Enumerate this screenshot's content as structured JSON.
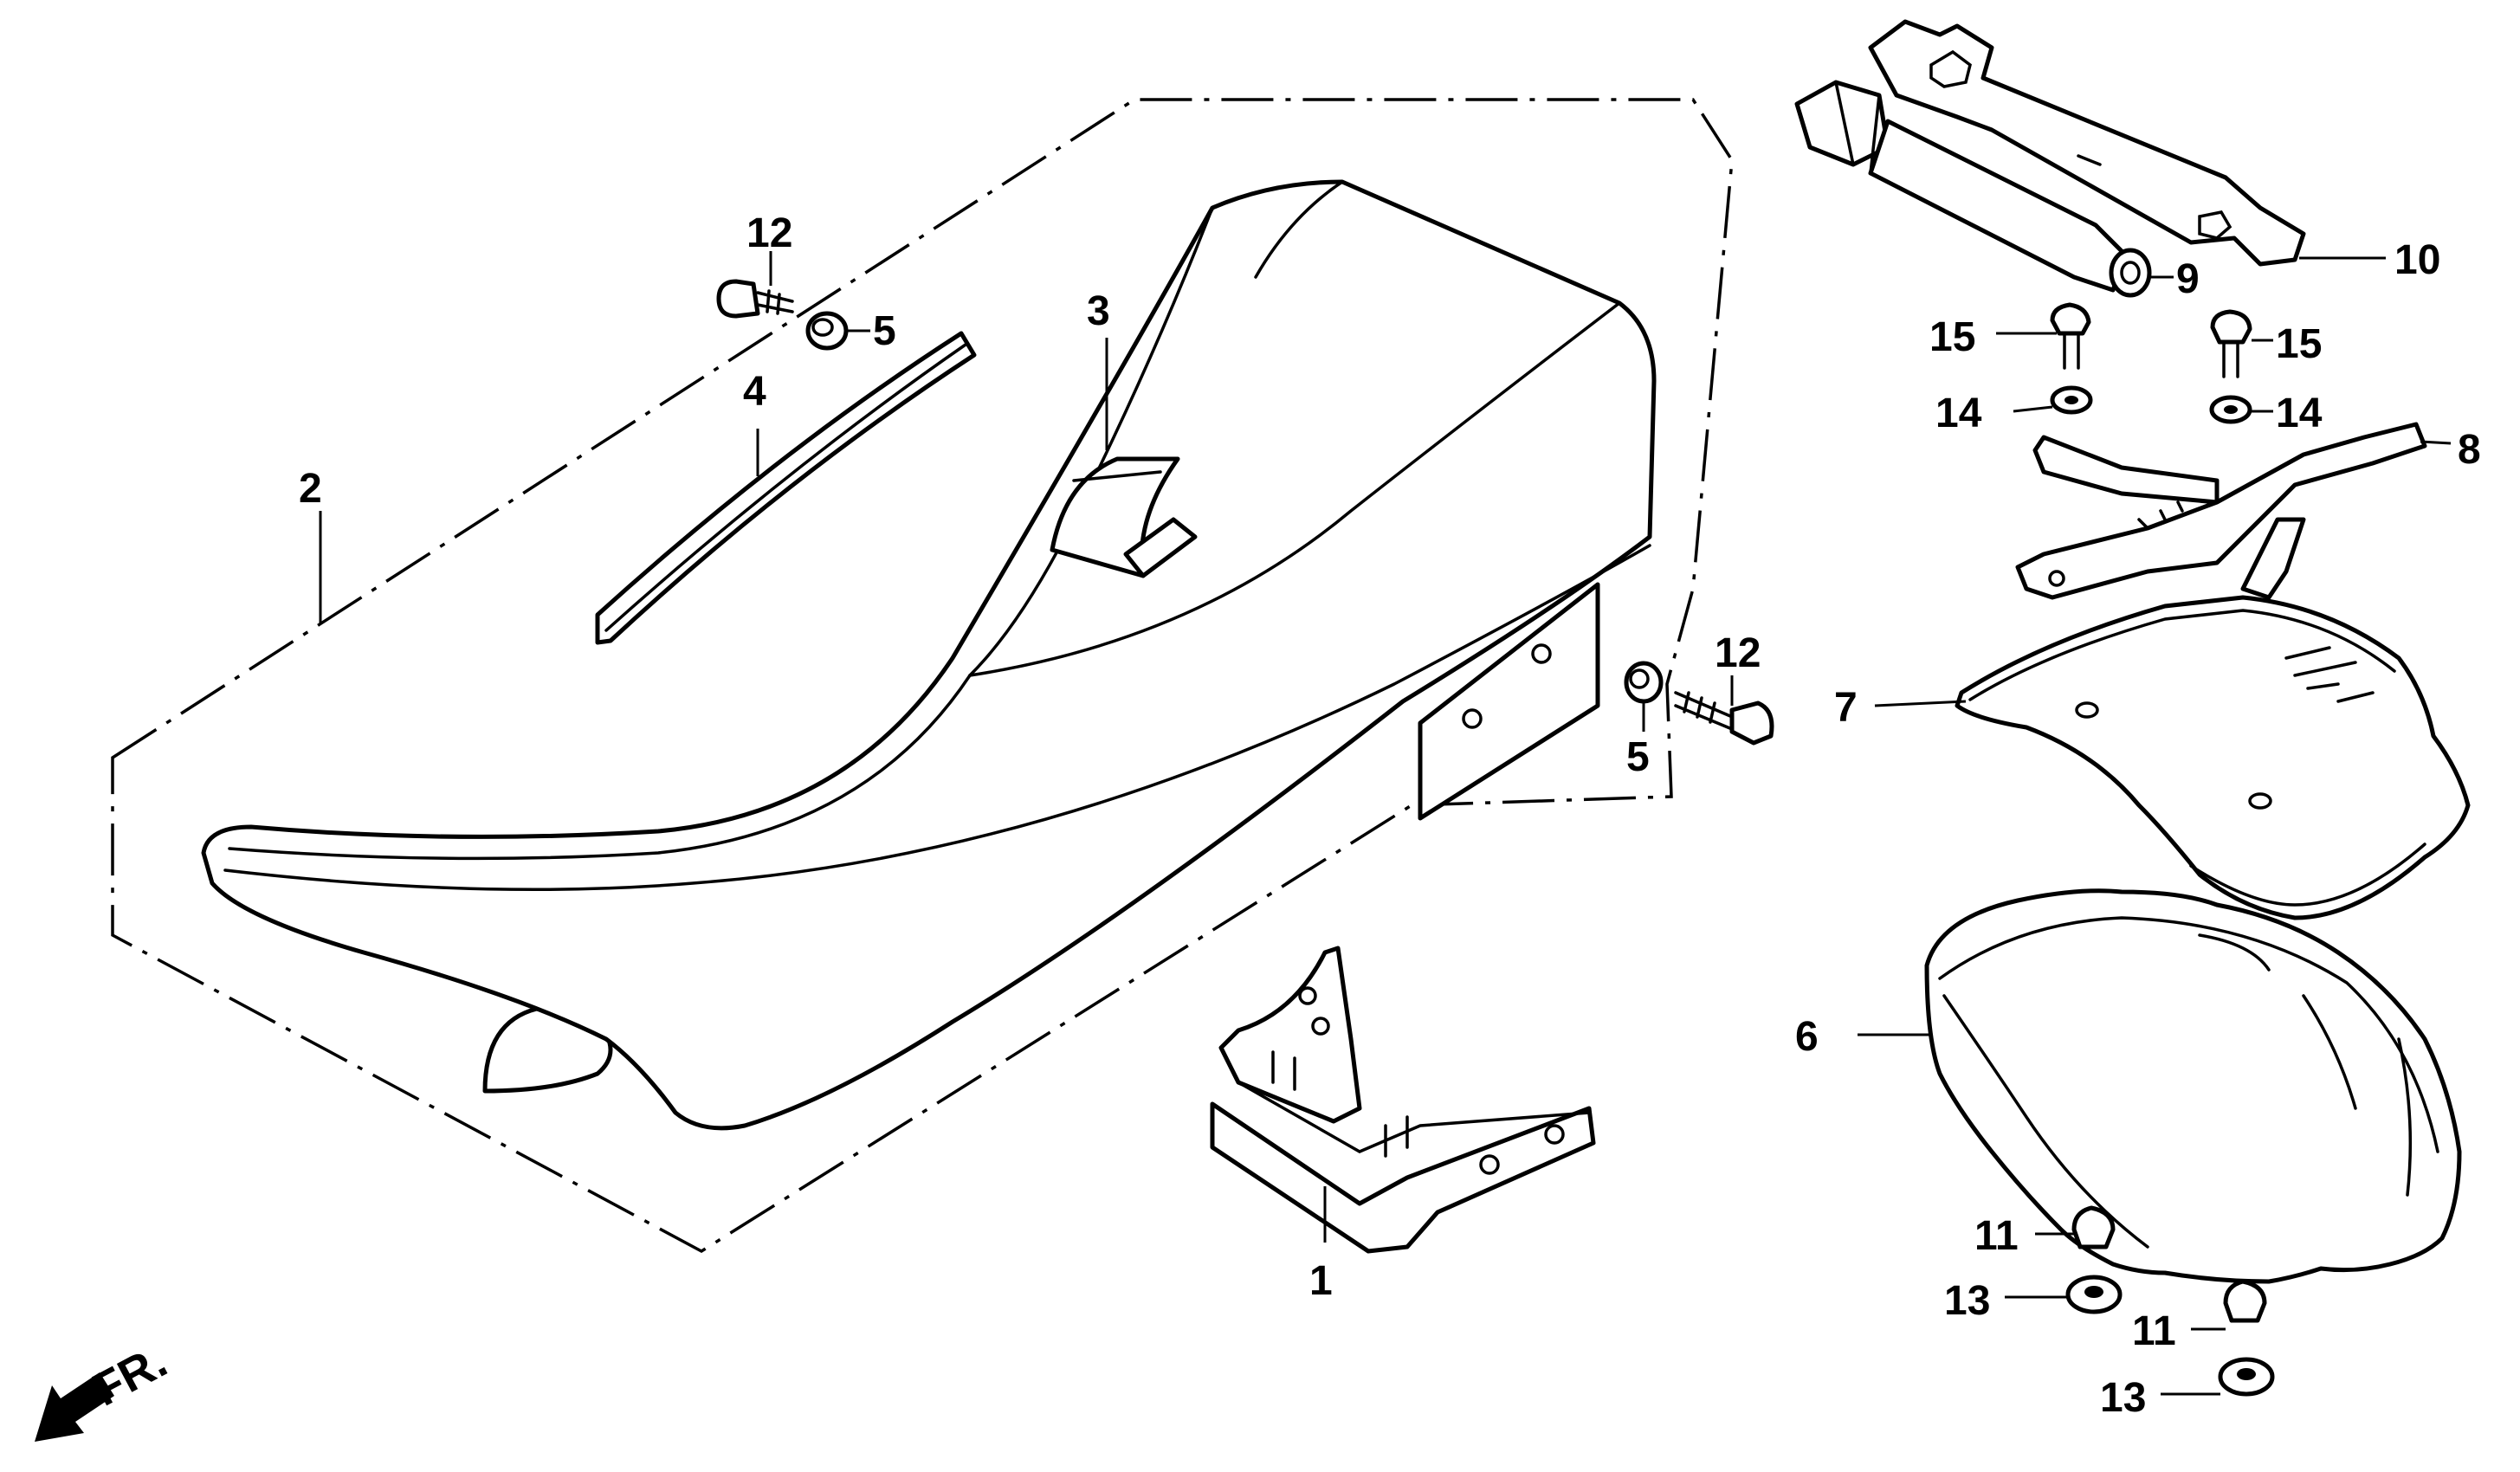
{
  "callouts": [
    {
      "id": "1",
      "text": "1"
    },
    {
      "id": "2",
      "text": "2"
    },
    {
      "id": "3",
      "text": "3"
    },
    {
      "id": "4",
      "text": "4"
    },
    {
      "id": "5a",
      "text": "5"
    },
    {
      "id": "5b",
      "text": "5"
    },
    {
      "id": "6",
      "text": "6"
    },
    {
      "id": "7",
      "text": "7"
    },
    {
      "id": "8",
      "text": "8"
    },
    {
      "id": "9",
      "text": "9"
    },
    {
      "id": "10",
      "text": "10"
    },
    {
      "id": "11a",
      "text": "11"
    },
    {
      "id": "11b",
      "text": "11"
    },
    {
      "id": "12a",
      "text": "12"
    },
    {
      "id": "12b",
      "text": "12"
    },
    {
      "id": "13a",
      "text": "13"
    },
    {
      "id": "13b",
      "text": "13"
    },
    {
      "id": "14a",
      "text": "14"
    },
    {
      "id": "14b",
      "text": "14"
    },
    {
      "id": "15a",
      "text": "15"
    },
    {
      "id": "15b",
      "text": "15"
    }
  ],
  "direction_marker": {
    "text": "FR.",
    "icon": "front-arrow-icon"
  }
}
